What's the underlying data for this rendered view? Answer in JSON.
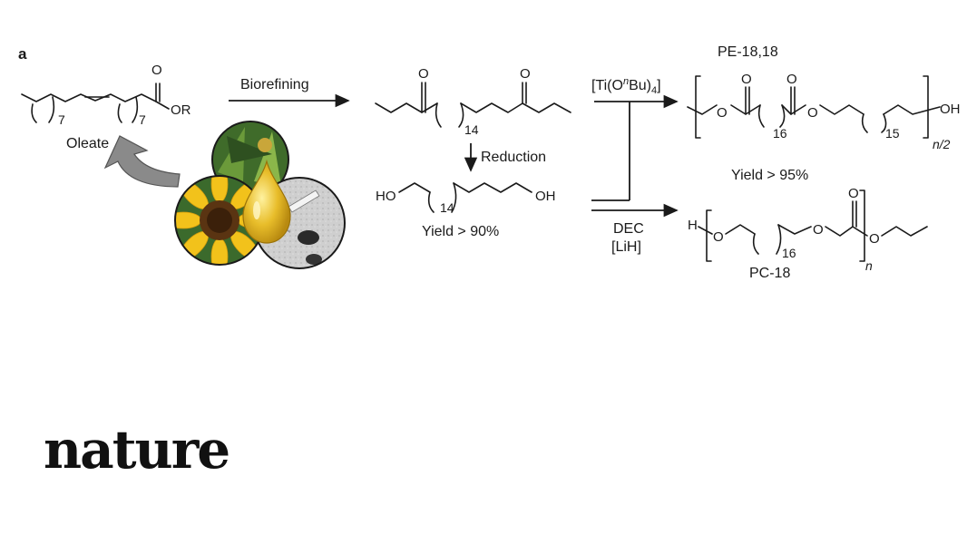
{
  "panel_label": "a",
  "oleate": {
    "name": "Oleate",
    "sub1": "7",
    "sub2": "7",
    "ester": "OR",
    "carbonyl_o": "O"
  },
  "step_biorefining": "Biorefining",
  "diester": {
    "o_left": "O",
    "o_right": "O",
    "sub": "14"
  },
  "step_reduction": "Reduction",
  "diol": {
    "ho": "HO",
    "oh": "OH",
    "sub": "14",
    "yield": "Yield > 90%"
  },
  "catalyst_top": {
    "prefix": "[Ti(O",
    "n": "n",
    "mid": "Bu)",
    "sub": "4",
    "suffix": "]"
  },
  "catalyst_bottom": {
    "line1": "DEC",
    "line2": "[LiH]"
  },
  "pe": {
    "name": "PE-18,18",
    "o": "O",
    "sub1": "16",
    "sub2": "15",
    "oh": "OH",
    "repeat": "n/2",
    "yield": "Yield > 95%"
  },
  "pc": {
    "name": "PC-18",
    "h": "H",
    "o": "O",
    "sub": "16",
    "repeat": "n"
  },
  "logo": "nature",
  "colors": {
    "ink": "#1a1a1a",
    "arrow_gray": "#8a8a8a",
    "sunflower": "#f2c21b",
    "oil_gold": "#e0b020"
  }
}
